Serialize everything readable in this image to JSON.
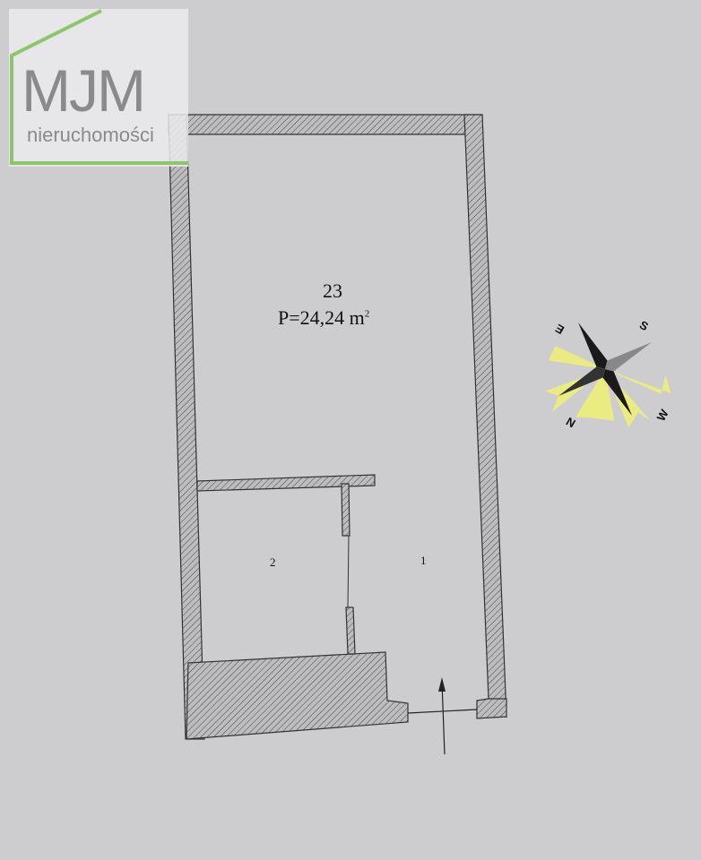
{
  "logo": {
    "brand": "MJM",
    "subtitle": "nieruchomości",
    "accent_color": "#8cc66a"
  },
  "plan": {
    "unit_number": "23",
    "area_label": "P=24,24 m",
    "area_superscript": "2",
    "rooms": [
      {
        "label": "2"
      },
      {
        "label": "1"
      }
    ]
  },
  "compass": {
    "labels": {
      "north": "N",
      "south": "S",
      "east": "E",
      "west": "W"
    }
  }
}
